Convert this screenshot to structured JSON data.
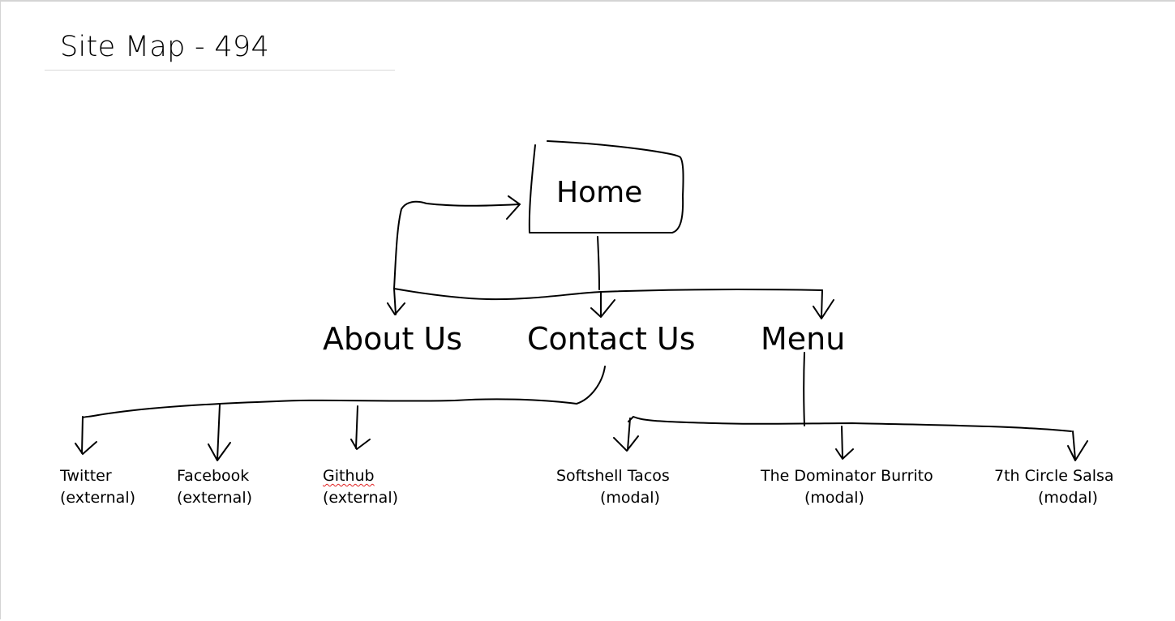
{
  "title": "Site Map - 494",
  "nodes": {
    "home": "Home",
    "about": "About Us",
    "contact": "Contact Us",
    "menu": "Menu"
  },
  "leaves": {
    "twitter": {
      "name": "Twitter",
      "tag": "(external)"
    },
    "facebook": {
      "name": "Facebook",
      "tag": "(external)"
    },
    "github": {
      "name": "Github",
      "tag": "(external)"
    },
    "tacos": {
      "name": "Softshell Tacos",
      "tag": "(modal)"
    },
    "burrito": {
      "name": "The Dominator Burrito",
      "tag": "(modal)"
    },
    "salsa": {
      "name": "7th Circle Salsa",
      "tag": "(modal)"
    }
  }
}
